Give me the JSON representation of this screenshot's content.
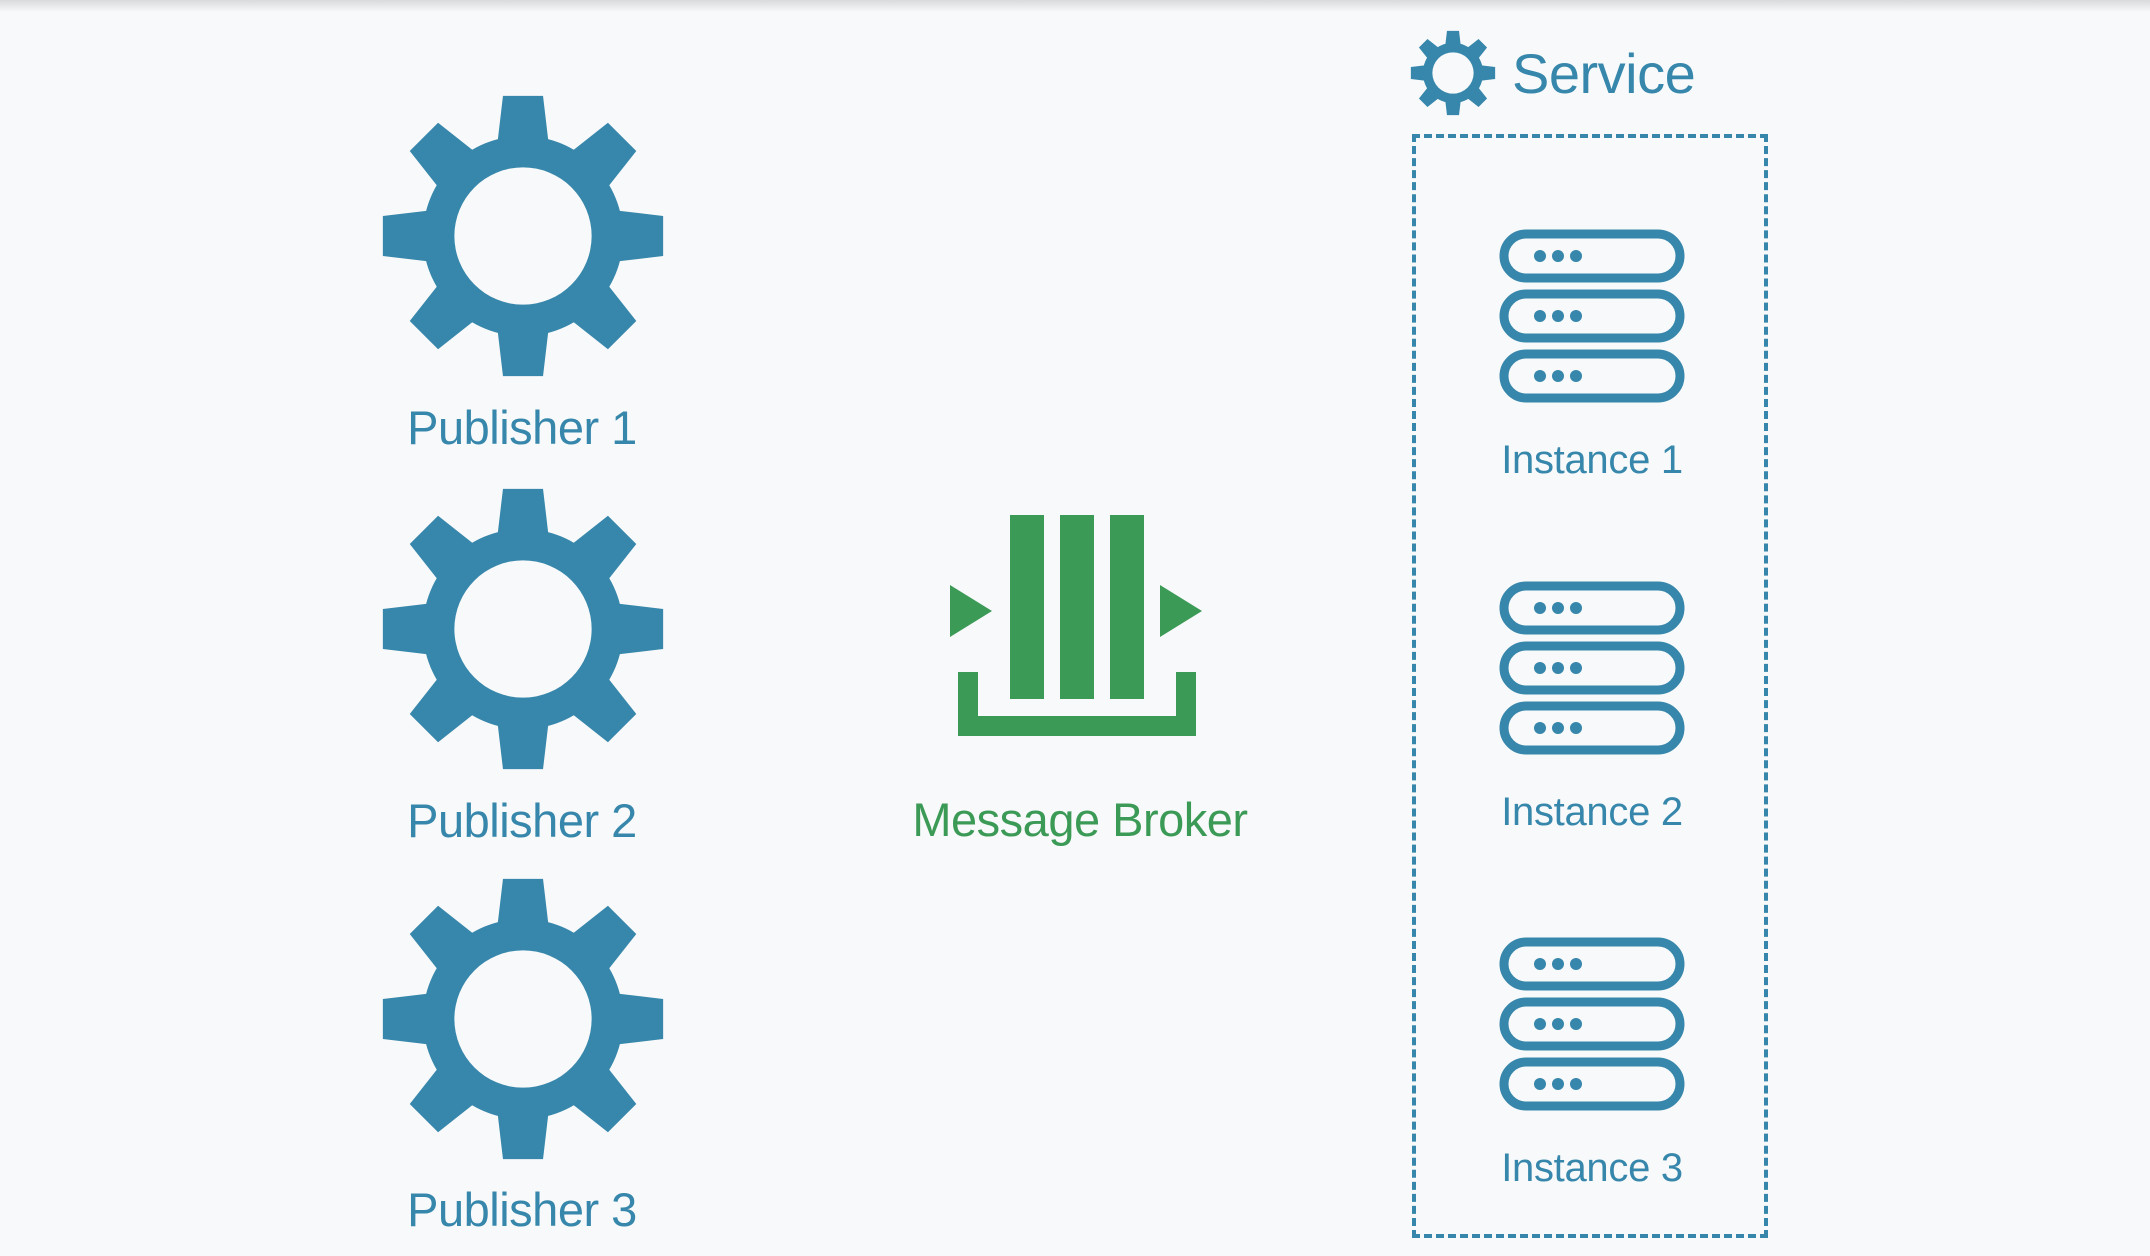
{
  "colors": {
    "blue": "#3687ab",
    "green": "#3c9a57",
    "background": "#f8f9fa"
  },
  "publishers": [
    {
      "label": "Publisher 1",
      "icon": "gear-icon"
    },
    {
      "label": "Publisher 2",
      "icon": "gear-icon"
    },
    {
      "label": "Publisher 3",
      "icon": "gear-icon"
    }
  ],
  "broker": {
    "label": "Message Broker",
    "icon": "message-queue-icon"
  },
  "service": {
    "title": "Service",
    "icon": "gear-icon",
    "instances": [
      {
        "label": "Instance 1",
        "icon": "server-icon"
      },
      {
        "label": "Instance 2",
        "icon": "server-icon"
      },
      {
        "label": "Instance 3",
        "icon": "server-icon"
      }
    ]
  }
}
